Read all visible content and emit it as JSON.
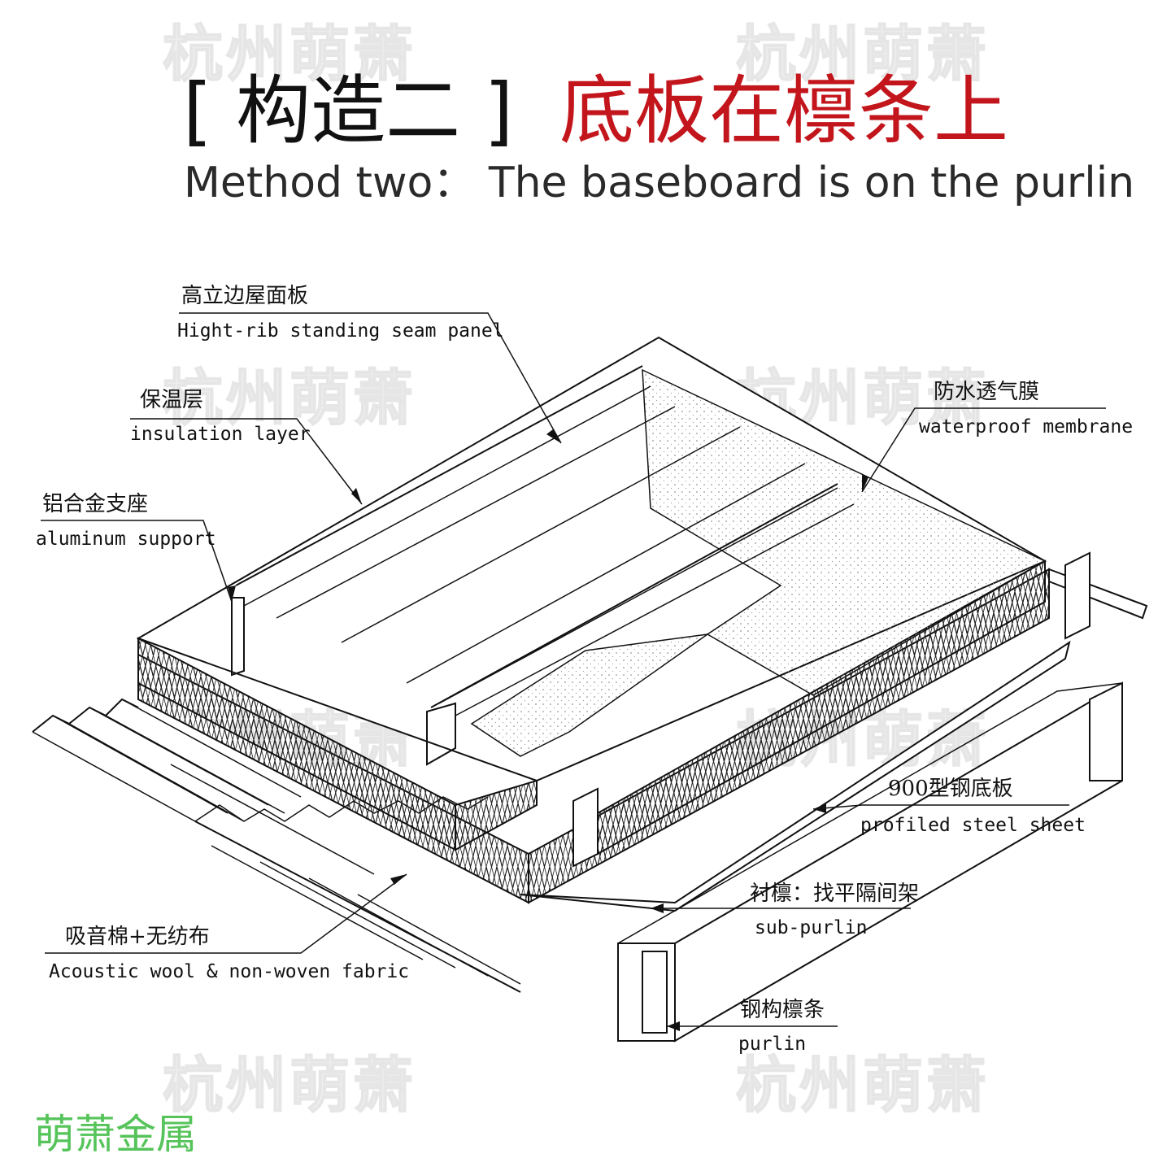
{
  "watermark": "杭州萌萧",
  "title": {
    "bracket_text": "[ 构造二 ]",
    "red_text": "底板在檩条上",
    "subtitle": "Method two： The baseboard is on the purlin"
  },
  "labels": [
    {
      "id": "panel",
      "cn": "高立边屋面板",
      "en": "Hight-rib standing seam panel"
    },
    {
      "id": "insulation",
      "cn": "保温层",
      "en": "insulation layer"
    },
    {
      "id": "support",
      "cn": "铝合金支座",
      "en": "aluminum support"
    },
    {
      "id": "membrane",
      "cn": "防水透气膜",
      "en": "waterproof membrane"
    },
    {
      "id": "steel-sheet",
      "cn": "900型钢底板",
      "en": "profiled steel sheet"
    },
    {
      "id": "sub-purlin",
      "cn": "衬檩：找平隔间架",
      "en": "sub-purlin"
    },
    {
      "id": "acoustic",
      "cn": "吸音棉+无纺布",
      "en": "Acoustic wool & non-woven fabric"
    },
    {
      "id": "purlin",
      "cn": "钢构檩条",
      "en": "purlin"
    }
  ],
  "logo": "萌萧金属",
  "colors": {
    "title_red": "#c3161c",
    "logo_green": "#56c45a",
    "line": "#111111"
  }
}
